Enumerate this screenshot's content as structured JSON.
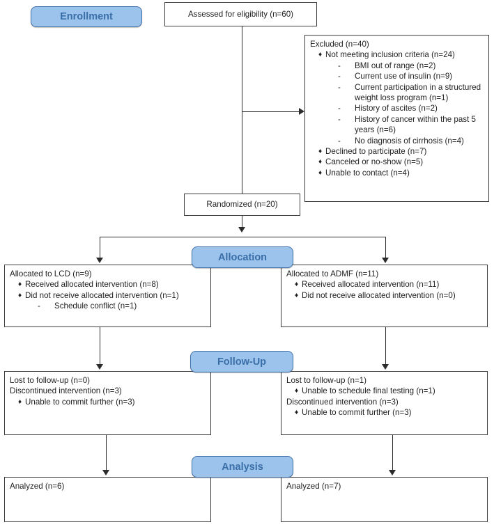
{
  "diagram": {
    "title": "CONSORT participant flow diagram",
    "accent_color": "#9cc3eb",
    "accent_border_color": "#4472a8",
    "accent_text_color": "#3a6ea8",
    "line_color": "#2b2b2b",
    "box_border_color": "#3c3c3c",
    "bullet_glyph": "♦",
    "dash_glyph": "-"
  },
  "stages": {
    "enrollment": "Enrollment",
    "allocation": "Allocation",
    "followup": "Follow-Up",
    "analysis": "Analysis"
  },
  "nodes": {
    "assessed": {
      "text": "Assessed for eligibility (n=60)"
    },
    "excluded": {
      "heading": "Excluded (n=40)",
      "items": [
        {
          "text": "Not meeting inclusion criteria (n=24)",
          "subitems": [
            "BMI out of range (n=2)",
            "Current use of insulin (n=9)",
            "Current participation in a structured weight loss program (n=1)",
            "History of ascites (n=2)",
            "History of cancer within the past 5 years (n=6)",
            "No diagnosis of cirrhosis (n=4)"
          ]
        },
        {
          "text": "Declined to participate (n=7)",
          "subitems": []
        },
        {
          "text": "Canceled or no-show (n=5)",
          "subitems": []
        },
        {
          "text": "Unable to contact (n=4)",
          "subitems": []
        }
      ]
    },
    "randomized": {
      "text": "Randomized (n=20)"
    },
    "allocation_left": {
      "heading": "Allocated to LCD (n=9)",
      "items": [
        {
          "text": "Received allocated intervention (n=8)",
          "subitems": []
        },
        {
          "text": "Did not receive allocated intervention (n=1)",
          "subitems": [
            "Schedule conflict (n=1)"
          ]
        }
      ]
    },
    "allocation_right": {
      "heading": "Allocated to ADMF (n=11)",
      "items": [
        {
          "text": "Received allocated intervention (n=11)",
          "subitems": []
        },
        {
          "text": "Did not receive allocated intervention (n=0)",
          "subitems": []
        }
      ]
    },
    "followup_left": {
      "lines": [
        {
          "heading": "Lost to follow-up (n=0)",
          "items": []
        },
        {
          "heading": "Discontinued intervention (n=3)",
          "items": [
            "Unable to commit further (n=3)"
          ]
        }
      ]
    },
    "followup_right": {
      "lines": [
        {
          "heading": "Lost to follow-up (n=1)",
          "items": [
            "Unable to schedule final testing (n=1)"
          ]
        },
        {
          "heading": "Discontinued intervention (n=3)",
          "items": [
            "Unable to commit further (n=3)"
          ]
        }
      ]
    },
    "analysis_left": {
      "text": "Analyzed (n=6)"
    },
    "analysis_right": {
      "text": "Analyzed (n=7)"
    }
  }
}
